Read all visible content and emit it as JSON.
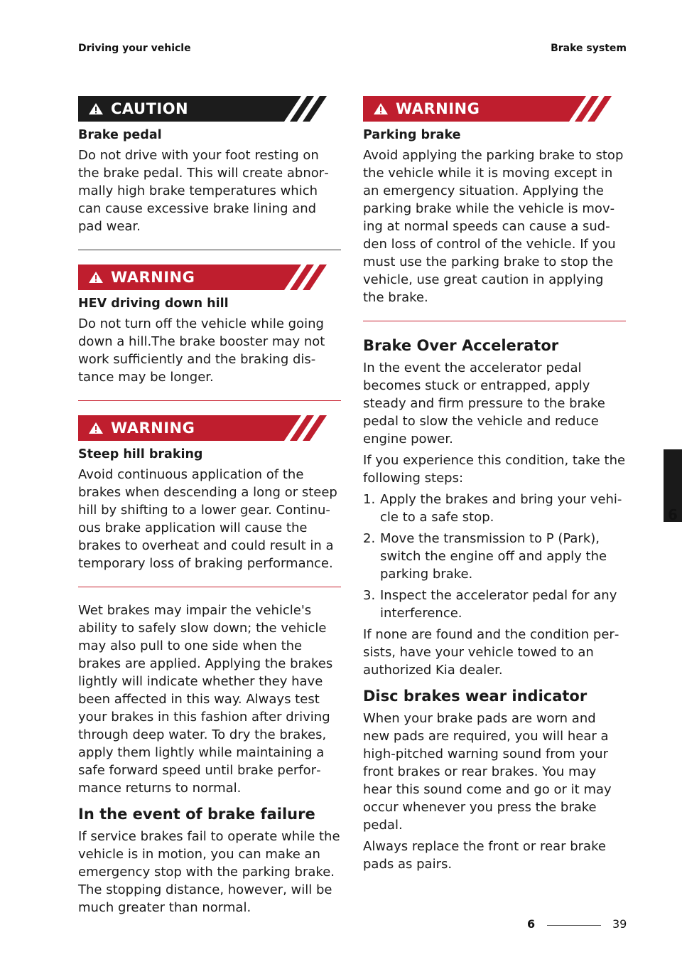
{
  "header": {
    "left": "Driving your vehicle",
    "right": "Brake system"
  },
  "left_column": {
    "caution_box": {
      "label": "CAUTION",
      "title": "Brake pedal",
      "body": "Do not drive with your foot resting on the brake pedal. This will create abnor­mally high brake temperatures which can cause excessive brake lining and pad wear."
    },
    "warning_box_1": {
      "label": "WARNING",
      "title": "HEV driving down hill",
      "body": "Do not turn off the vehicle while going down a hill.The brake booster may not work sufficiently and the braking dis­tance may be longer."
    },
    "warning_box_2": {
      "label": "WARNING",
      "title": "Steep hill braking",
      "body": "Avoid continuous application of the brakes when descending a long or steep hill by shifting to a lower gear. Continu­ous brake application will cause the brakes to overheat and could result in a temporary loss of braking performance."
    },
    "wet_brakes_paragraph": "Wet brakes may impair the vehicle's abil­ity to safely slow down; the vehicle may also pull to one side when the brakes are applied. Applying the brakes lightly will indicate whether they have been affected in this way. Always test your brakes in this fashion after driving through deep water. To dry the brakes, apply them lightly while maintaining a safe forward speed until brake perfor­mance returns to normal.",
    "brake_failure": {
      "heading": "In the event of brake failure",
      "body": "If service brakes fail to operate while the vehicle is in motion, you can make an emergency stop with the parking brake. The stopping distance, however, will be much greater than normal."
    }
  },
  "right_column": {
    "warning_box": {
      "label": "WARNING",
      "title": "Parking brake",
      "body": "Avoid applying the parking brake to stop the vehicle while it is moving except in an emergency situation. Applying the parking brake while the vehicle is mov­ing at normal speeds can cause a sud­den loss of control of the vehicle. If you must use the parking brake to stop the vehicle, use great caution in applying the brake."
    },
    "brake_over_accelerator": {
      "heading": "Brake Over Accelerator",
      "intro": "In the event the accelerator pedal becomes stuck or entrapped, apply steady and firm pressure to the brake pedal to slow the vehicle and reduce engine power.",
      "lead": "If you experience this condition, take the following steps:",
      "steps": [
        {
          "num": "1.",
          "text": "Apply the brakes and bring your vehi­cle to a safe stop."
        },
        {
          "num": "2.",
          "text": "Move the transmission to P (Park), switch the engine off and apply the parking brake."
        },
        {
          "num": "3.",
          "text": "Inspect the accelerator pedal for any interference."
        }
      ],
      "outro": "If none are found and the condition per­sists, have your vehicle towed to an authorized Kia dealer."
    },
    "disc_brakes": {
      "heading": "Disc brakes wear indicator",
      "body1": "When your brake pads are worn and new pads are required, you will hear a high-pitched warning sound from your front brakes or rear brakes. You may hear this sound come and go or it may occur whenever you press the brake pedal.",
      "body2": "Always replace the front or rear brake pads as pairs."
    }
  },
  "chapter_tab": "6",
  "footer": {
    "chapter": "6",
    "page": "39"
  },
  "colors": {
    "warning_red": "#bf1e2e",
    "caution_black": "#1c1c1c"
  }
}
